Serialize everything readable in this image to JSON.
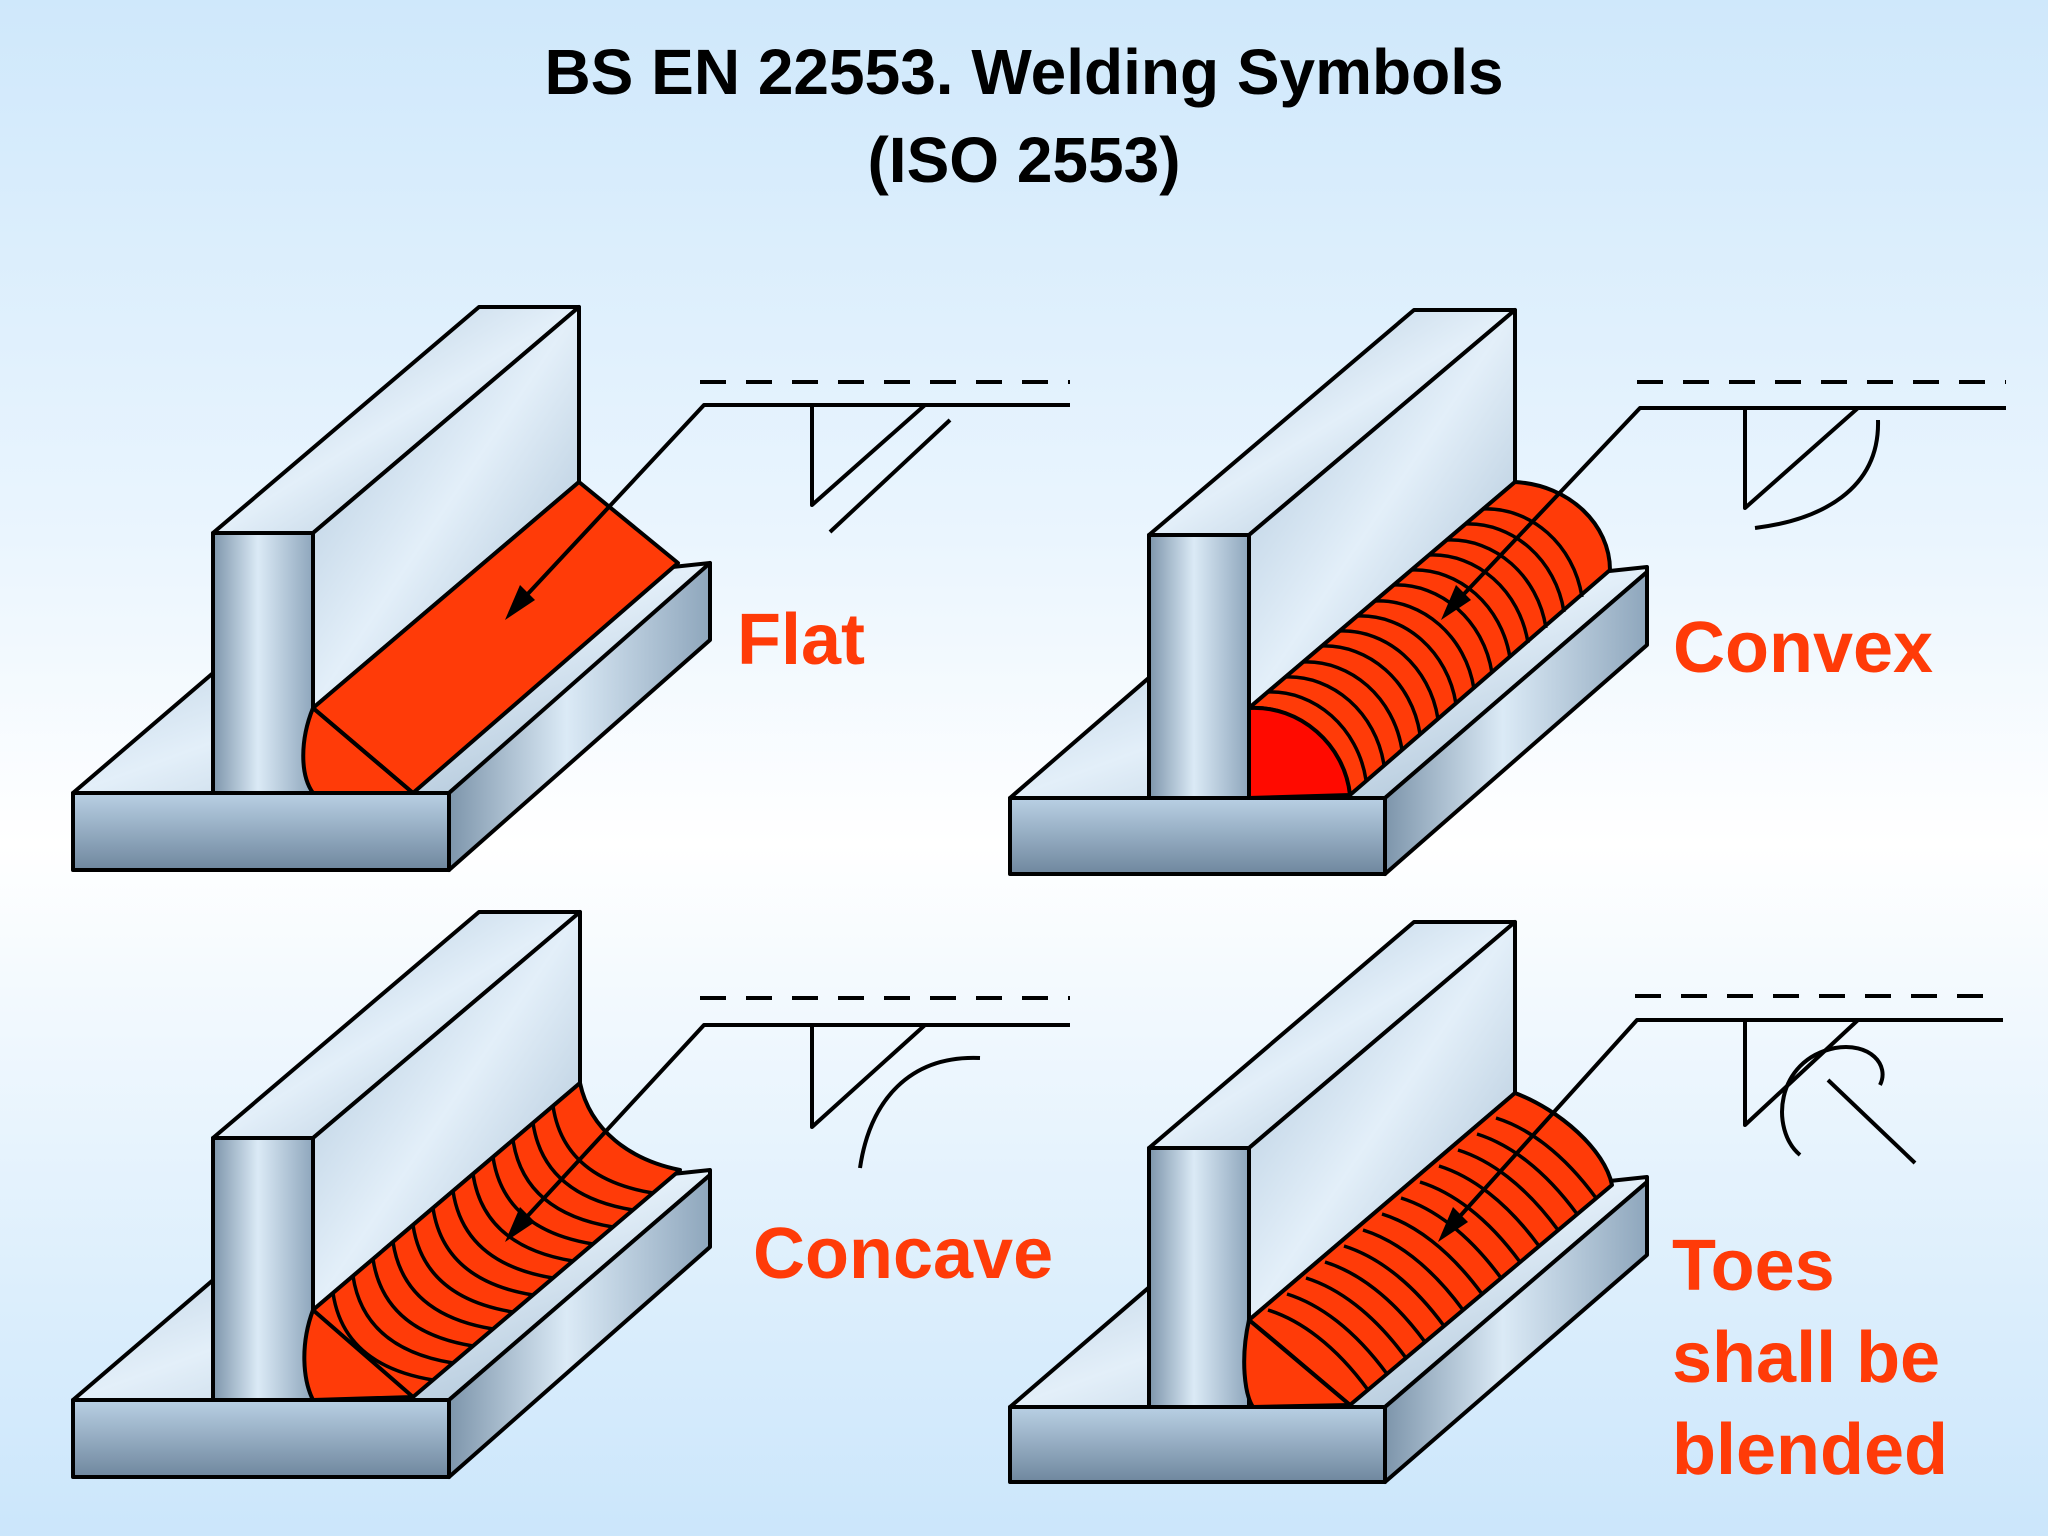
{
  "title": {
    "line1": "BS EN 22553.  Welding Symbols",
    "line2": "(ISO 2553)"
  },
  "panels": [
    {
      "id": "flat",
      "label_lines": [
        "Flat"
      ]
    },
    {
      "id": "convex",
      "label_lines": [
        "Convex"
      ]
    },
    {
      "id": "concave",
      "label_lines": [
        "Concave"
      ]
    },
    {
      "id": "blended",
      "label_lines": [
        "Toes",
        "shall be",
        "blended"
      ]
    }
  ],
  "colors": {
    "weld": "#ff3b08",
    "weld_root": "#ff0a00",
    "steel_light": "#dbeaf6",
    "steel_dark": "#7d95ab",
    "label": "#ff3b08",
    "outline": "#000000"
  }
}
